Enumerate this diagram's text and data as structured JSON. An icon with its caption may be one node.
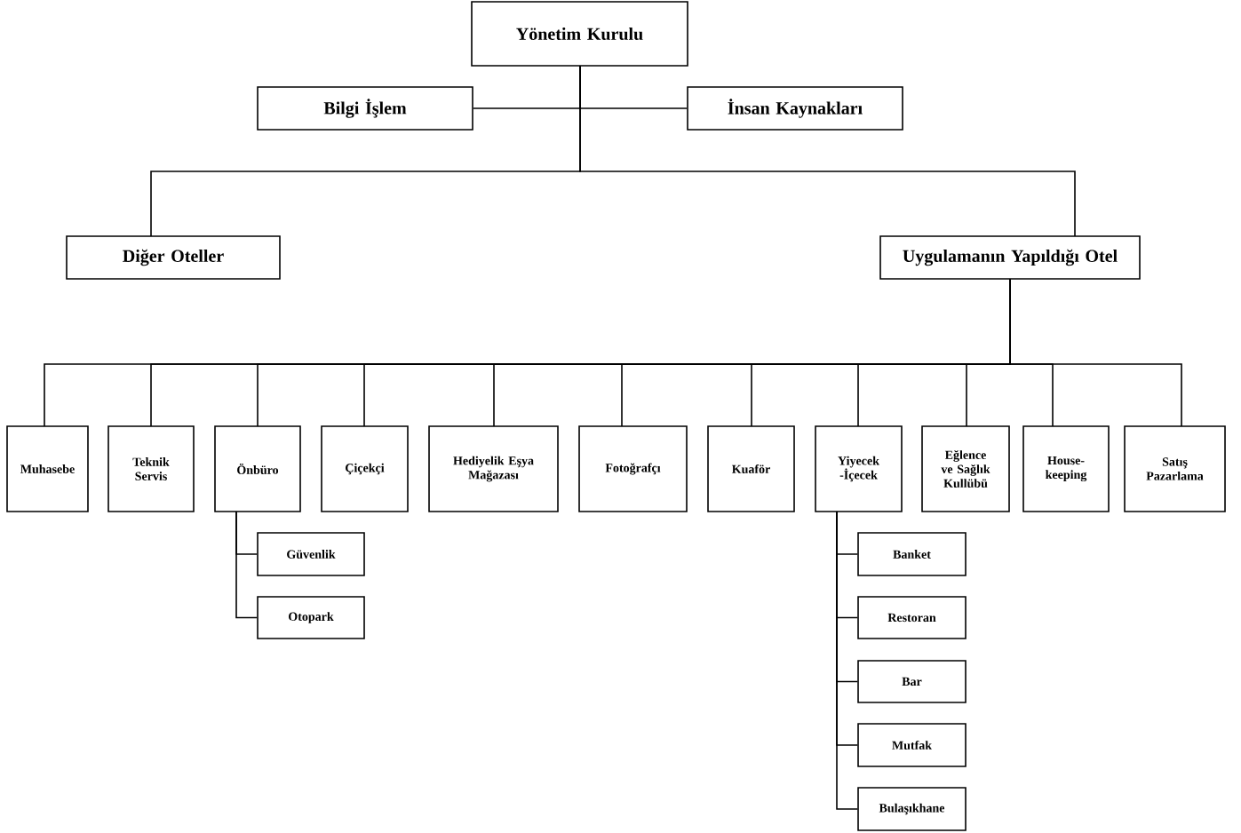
{
  "diagram": {
    "nodes": [
      {
        "text": [
          "Yönetim Kurulu"
        ]
      },
      {
        "text": [
          "Bilgi İşlem"
        ]
      },
      {
        "text": [
          "İnsan Kaynakları"
        ]
      },
      {
        "text": [
          "Diğer Oteller"
        ]
      },
      {
        "text": [
          "Uygulamanın Yapıldığı Otel"
        ]
      },
      {
        "text": [
          "Muhasebe"
        ]
      },
      {
        "text": [
          "Teknik Servis"
        ]
      },
      {
        "text": [
          "Önbüro"
        ]
      },
      {
        "text": [
          "Çiçekçi"
        ]
      },
      {
        "text": [
          "Hediyelik Eşya Mağazası"
        ]
      },
      {
        "text": [
          "Fotoğrafçı"
        ]
      },
      {
        "text": [
          "Kuaför"
        ]
      },
      {
        "text": [
          "Yiyecek -İçecek"
        ]
      },
      {
        "text": [
          "Eğlence ve Sağlık Kullübü"
        ]
      },
      {
        "text": [
          "House-keeping"
        ]
      },
      {
        "text": [
          "Satış Pazarlama"
        ]
      },
      {
        "text": [
          "Güvenlik"
        ]
      },
      {
        "text": [
          "Otopark"
        ]
      },
      {
        "text": [
          "Banket"
        ]
      },
      {
        "text": [
          "Restoran"
        ]
      },
      {
        "text": [
          "Bar"
        ]
      },
      {
        "text": [
          "Mutfak"
        ]
      },
      {
        "text": [
          "Bulaşıkhane"
        ]
      }
    ],
    "edges": [
      {
        "from": 0,
        "to": 1,
        "arrow": "none"
      },
      {
        "from": 0,
        "to": 2,
        "arrow": "none"
      },
      {
        "from": 0,
        "to": 3,
        "arrow": "none"
      },
      {
        "from": 0,
        "to": 4,
        "arrow": "none"
      },
      {
        "from": 4,
        "to": 5,
        "arrow": "none"
      },
      {
        "from": 4,
        "to": 6,
        "arrow": "none"
      },
      {
        "from": 4,
        "to": 7,
        "arrow": "none"
      },
      {
        "from": 4,
        "to": 8,
        "arrow": "none"
      },
      {
        "from": 4,
        "to": 9,
        "arrow": "none"
      },
      {
        "from": 4,
        "to": 10,
        "arrow": "none"
      },
      {
        "from": 4,
        "to": 11,
        "arrow": "none"
      },
      {
        "from": 4,
        "to": 12,
        "arrow": "none"
      },
      {
        "from": 4,
        "to": 13,
        "arrow": "none"
      },
      {
        "from": 4,
        "to": 14,
        "arrow": "none"
      },
      {
        "from": 4,
        "to": 15,
        "arrow": "none"
      },
      {
        "from": 7,
        "to": 16,
        "arrow": "none"
      },
      {
        "from": 7,
        "to": 17,
        "arrow": "none"
      },
      {
        "from": 12,
        "to": 18,
        "arrow": "none"
      },
      {
        "from": 12,
        "to": 19,
        "arrow": "none"
      },
      {
        "from": 12,
        "to": 20,
        "arrow": "none"
      },
      {
        "from": 12,
        "to": 21,
        "arrow": "none"
      },
      {
        "from": 12,
        "to": 22,
        "arrow": "none"
      }
    ]
  }
}
